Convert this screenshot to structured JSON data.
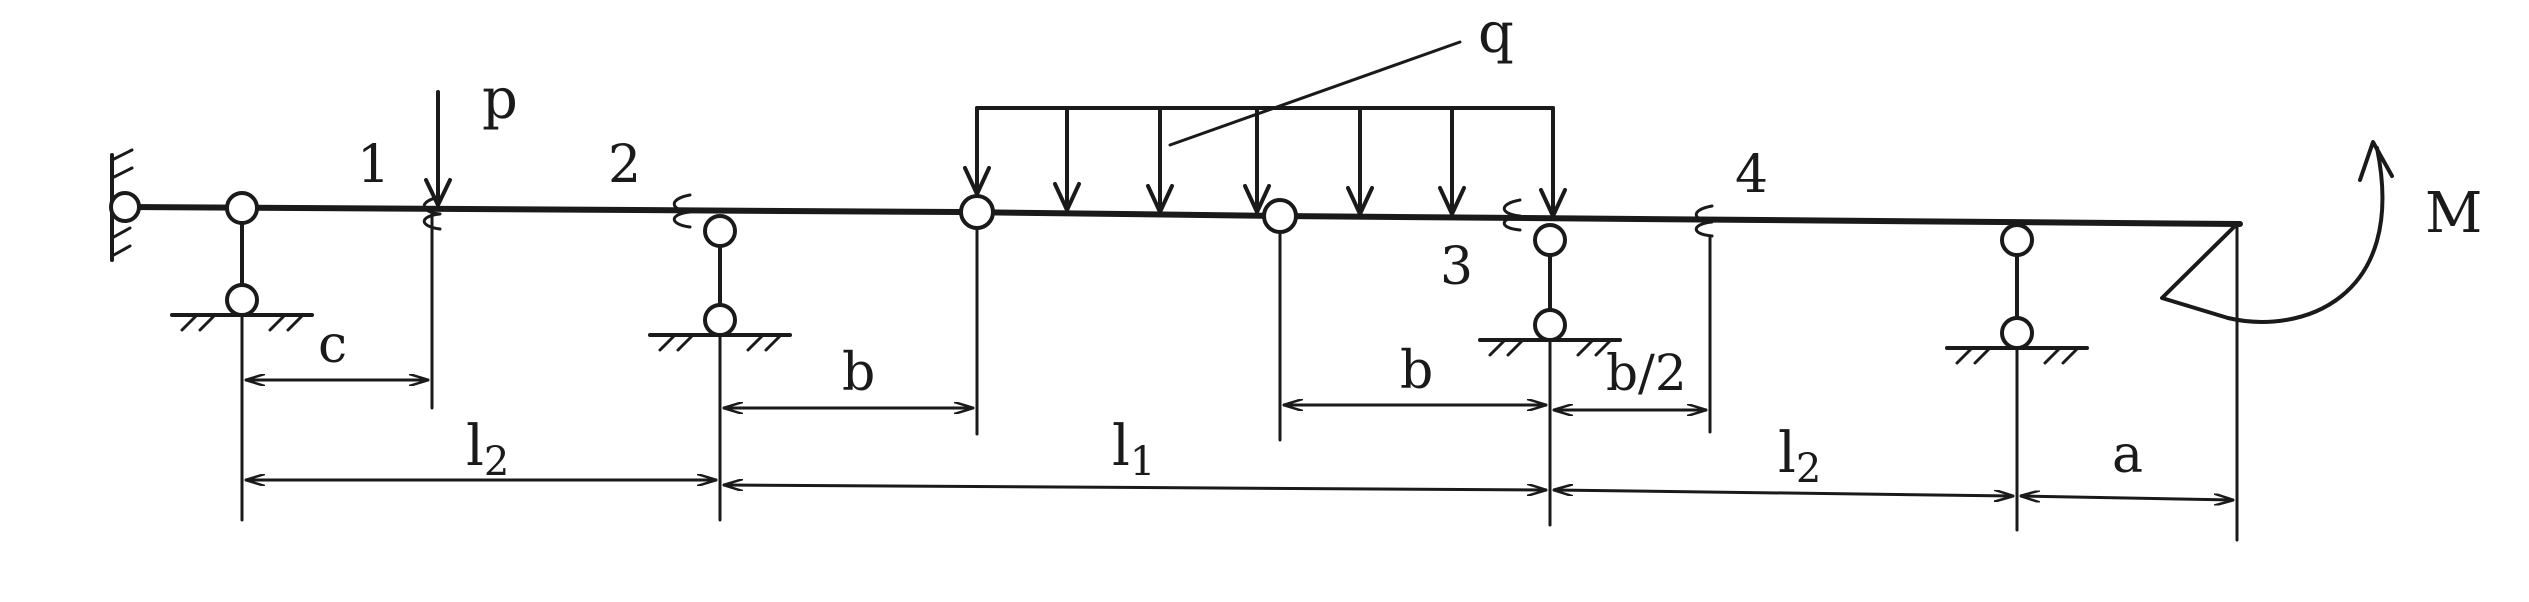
{
  "diagram": {
    "labels": {
      "load_p": "p",
      "load_q": "q",
      "moment_M": "M",
      "section_1": "1",
      "section_2": "2",
      "section_3": "3",
      "section_4": "4"
    },
    "dimensions": {
      "c": "c",
      "b_left": "b",
      "b_right": "b",
      "b_half": "b/2",
      "l2_left": "l",
      "l2_left_sub": "2",
      "l1": "l",
      "l1_sub": "1",
      "l2_right": "l",
      "l2_right_sub": "2",
      "a": "a"
    },
    "colors": {
      "ink": "#1a1a1a",
      "background": "#ffffff"
    }
  }
}
